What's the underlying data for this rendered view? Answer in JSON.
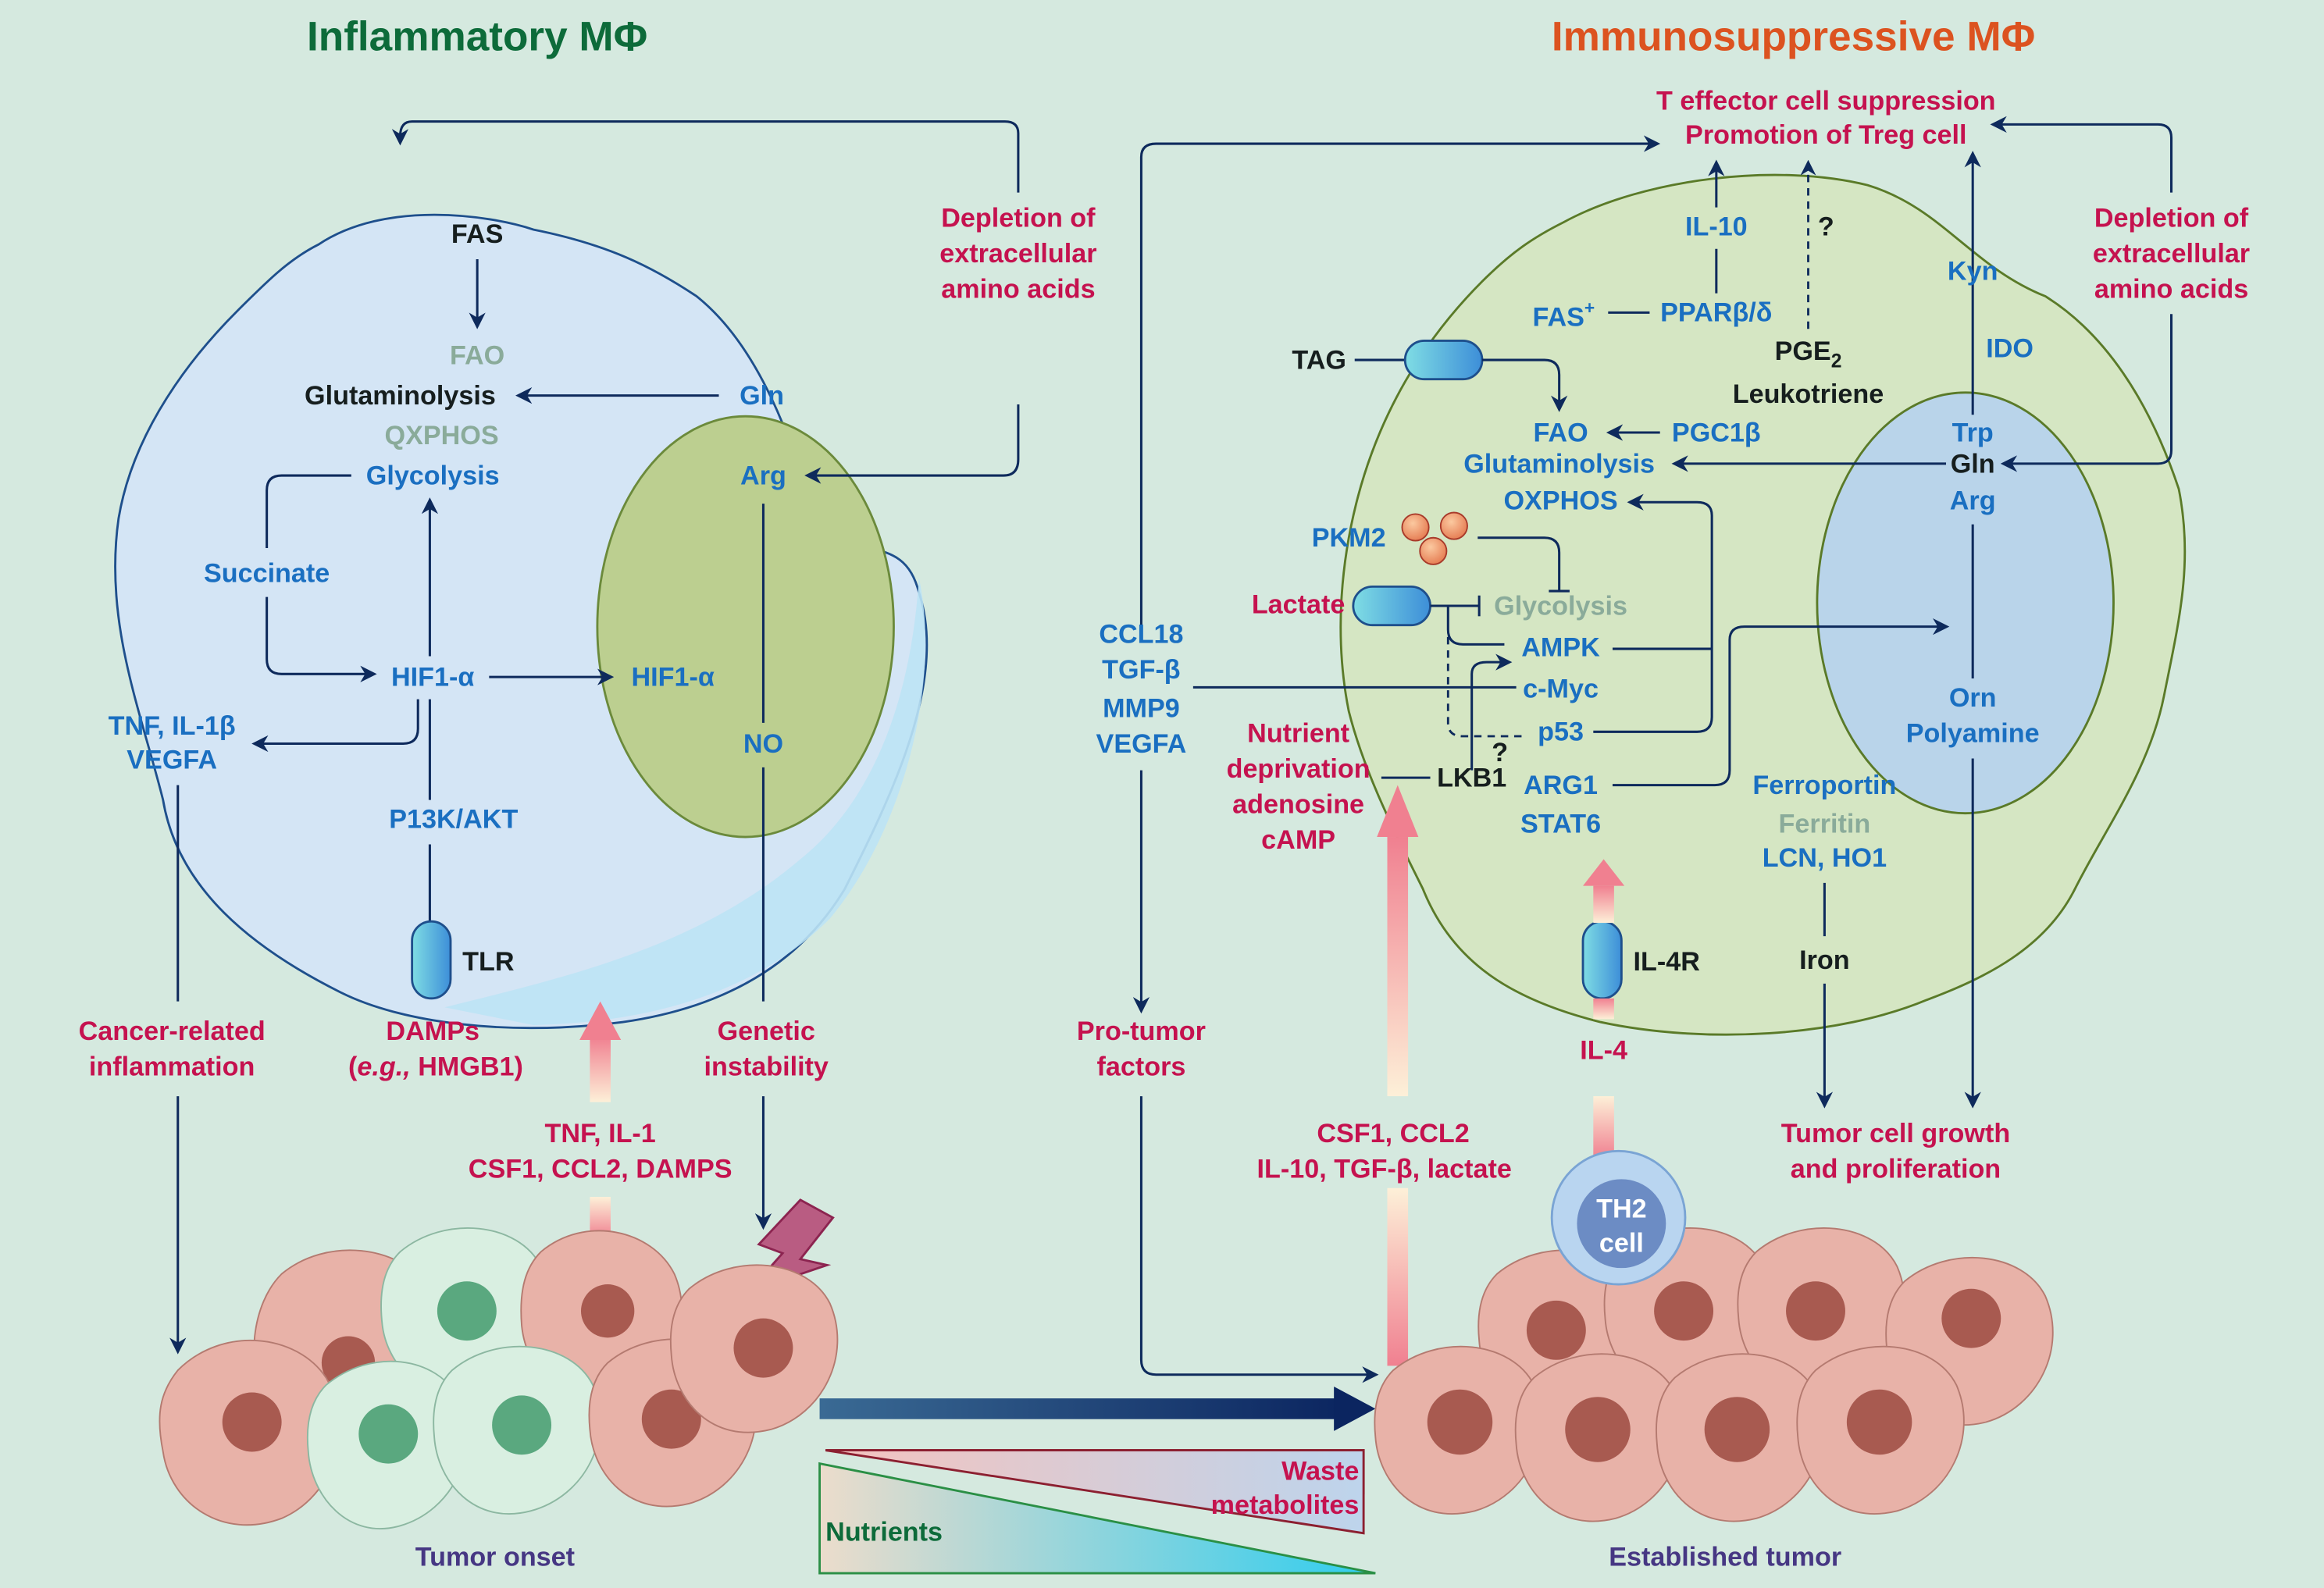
{
  "titles": {
    "left": "Inflammatory MΦ",
    "right": "Immunosuppressive MΦ"
  },
  "colors": {
    "background": "#d5e9df",
    "left_title": "#0d6b3a",
    "right_title": "#dc5320",
    "effect_text": "#c5124f",
    "molecule_text": "#1a6fc1",
    "inactive_text": "#8aab9a",
    "bottom_labels": "#463783",
    "arrows": "#0e2a5c"
  },
  "left_cell": {
    "fas": "FAS",
    "fao": "FAO",
    "glutaminolysis": "Glutaminolysis",
    "gln": "Gln",
    "qxphos": "QXPHOS",
    "glycolysis": "Glycolysis",
    "arg": "Arg",
    "succinate": "Succinate",
    "hif1a": "HIF1-α",
    "hif1a_nucleus": "HIF1-α",
    "no": "NO",
    "tnf_line1": "TNF, IL-1β",
    "tnf_line2": "VEGFA",
    "pi3k": "P13K/AKT",
    "tlr": "TLR"
  },
  "left_outside": {
    "depletion": [
      "Depletion of",
      "extracellular",
      "amino acids"
    ],
    "cancer_inflammation": [
      "Cancer-related",
      "inflammation"
    ],
    "damps_line1": "DAMPs",
    "damps_eg": "e.g.,",
    "damps_rest": " HMGB1)",
    "damps_open": "(",
    "genetic": [
      "Genetic",
      "instability"
    ],
    "tnf_csf": [
      "TNF, IL-1",
      "CSF1, CCL2, DAMPS"
    ],
    "tumor_onset": "Tumor onset"
  },
  "right_top": {
    "effect": [
      "T effector cell suppression",
      "Promotion of Treg cell"
    ],
    "depletion": [
      "Depletion of",
      "extracellular",
      "amino acids"
    ]
  },
  "right_cell": {
    "il10": "IL-10",
    "question1": "?",
    "fas_plus": "FAS",
    "fas_sup": "+",
    "ppar": "PPARβ/δ",
    "pge2": "PGE",
    "pge2_sub": "2",
    "leukotriene": "Leukotriene",
    "kyn": "Kyn",
    "ido": "IDO",
    "tag": "TAG",
    "fao": "FAO",
    "pgc1b": "PGC1β",
    "glutaminolysis": "Glutaminolysis",
    "oxphos": "OXPHOS",
    "trp": "Trp",
    "gln": "Gln",
    "arg": "Arg",
    "pkm2": "PKM2",
    "lactate": "Lactate",
    "glycolysis": "Glycolysis",
    "ampk": "AMPK",
    "cmyc": "c-Myc",
    "p53": "p53",
    "question2": "?",
    "lkb1": "LKB1",
    "arg1": "ARG1",
    "stat6": "STAT6",
    "orn": "Orn",
    "polyamine": "Polyamine",
    "ferroportin": "Ferroportin",
    "ferritin": "Ferritin",
    "lcn": "LCN, HO1",
    "iron": "Iron",
    "il4r": "IL-4R"
  },
  "right_outside": {
    "secreted": [
      "CCL18",
      "TGF-β",
      "MMP9",
      "VEGFA"
    ],
    "nutrient": [
      "Nutrient",
      "deprivation",
      "adenosine",
      "cAMP"
    ],
    "pro_tumor": [
      "Pro-tumor",
      "factors"
    ],
    "csf_ccl": [
      "CSF1, CCL2",
      "IL-10, TGF-β, lactate"
    ],
    "il4": "IL-4",
    "th2": [
      "TH2",
      "cell"
    ],
    "tumor_growth": [
      "Tumor cell growth",
      "and proliferation"
    ],
    "established": "Established tumor"
  },
  "gradient": {
    "waste": [
      "Waste",
      "metabolites"
    ],
    "nutrients": "Nutrients"
  }
}
